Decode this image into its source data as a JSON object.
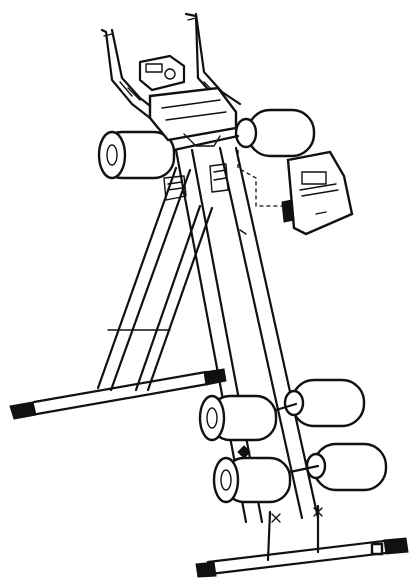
{
  "figure": {
    "subject": "ab-cruncher-exercise-machine-line-drawing",
    "components": [
      "handlebar",
      "frame-console",
      "upper-foam-roller",
      "rear-support-leg",
      "rear-floor-stabilizer",
      "main-rail",
      "seat-knee-rollers",
      "front-floor-stabilizer",
      "detached-monitor"
    ],
    "colors": {
      "line": "#111111",
      "background": "#ffffff"
    }
  }
}
